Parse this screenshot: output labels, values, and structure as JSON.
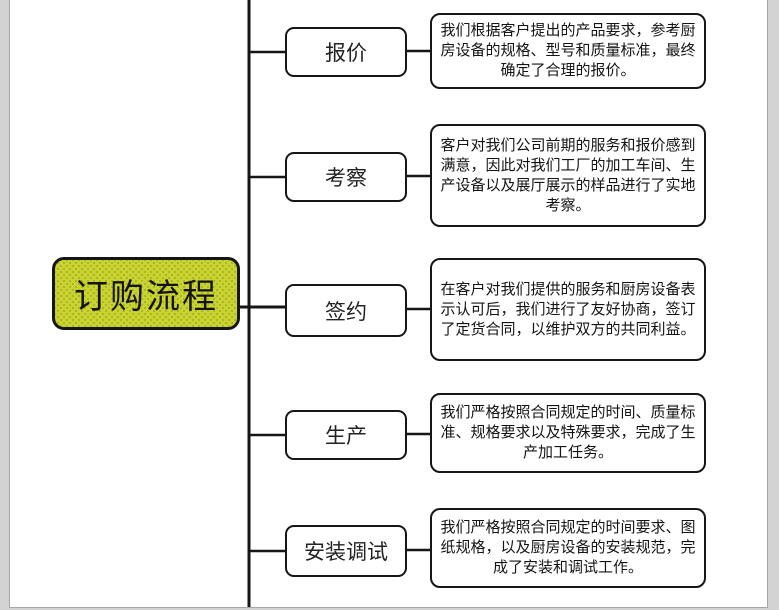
{
  "diagram": {
    "root": {
      "label": "订购流程"
    },
    "branches": [
      {
        "label": "报价",
        "description": "我们根据客户提出的产品要求，参考厨房设备的规格、型号和质量标准，最终确定了合理的报价。"
      },
      {
        "label": "考察",
        "description": "客户对我们公司前期的服务和报价感到满意，因此对我们工厂的加工车间、生产设备以及展厅展示的样品进行了实地考察。"
      },
      {
        "label": "签约",
        "description": "在客户对我们提供的服务和厨房设备表示认可后，我们进行了友好协商，签订了定货合同，以维护双方的共同利益。"
      },
      {
        "label": "生产",
        "description": "我们严格按照合同规定的时间、质量标准、规格要求以及特殊要求，完成了生产加工任务。"
      },
      {
        "label": "安装调试",
        "description": "我们严格按照合同规定的时间要求、图纸规格，以及厨房设备的安装规范，完成了安装和调试工作。"
      }
    ],
    "colors": {
      "root_fill": "#c9d431",
      "line": "#161616",
      "node_background": "#ffffff",
      "page_background": "#ffffff",
      "canvas_margin": "#d3d3d3"
    }
  }
}
